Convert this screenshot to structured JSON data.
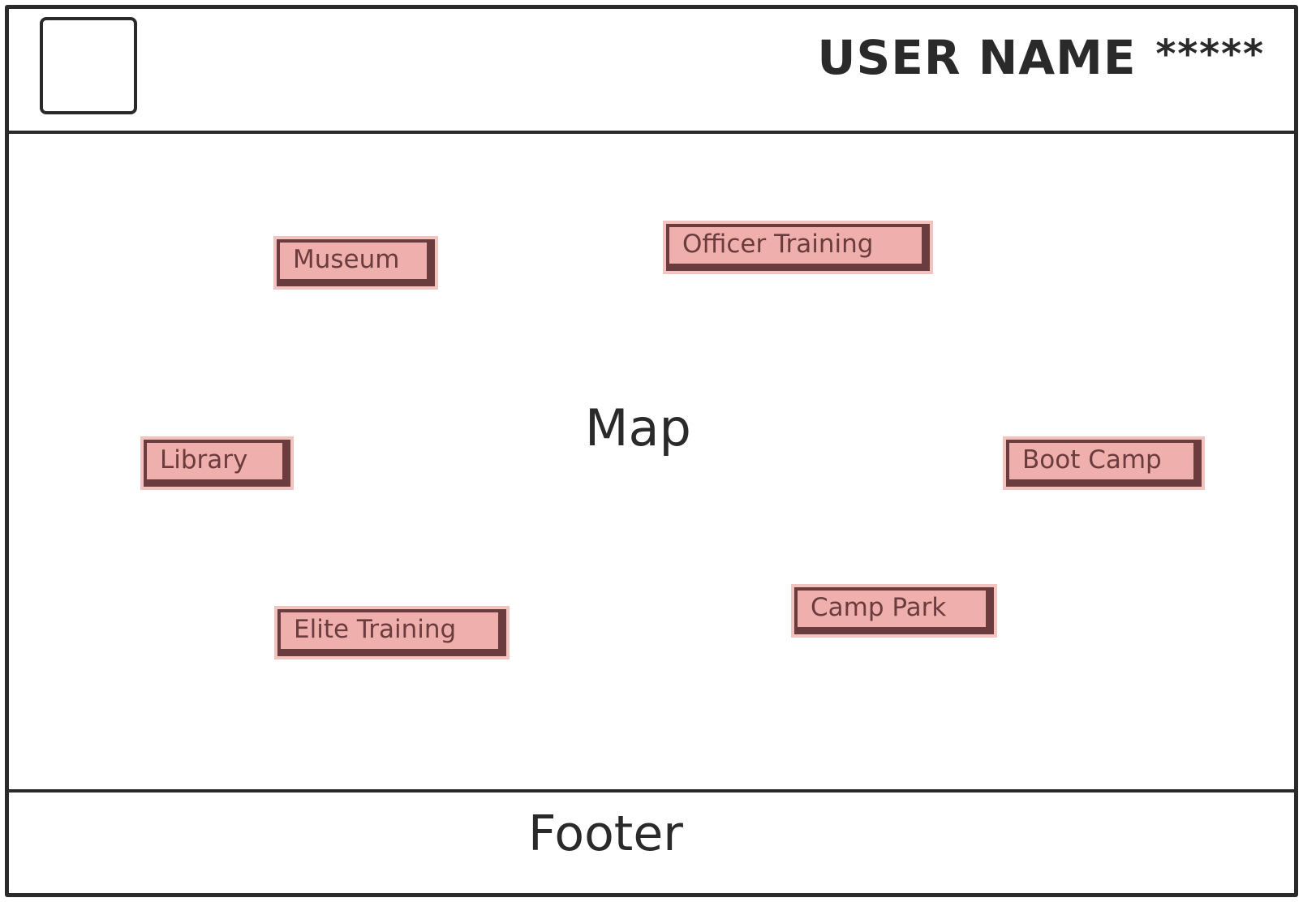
{
  "header": {
    "user_name": "USER NAME",
    "password_mask": "*****"
  },
  "map": {
    "title": "Map",
    "locations": [
      {
        "label": "Museum"
      },
      {
        "label": "Officer Training"
      },
      {
        "label": "Library"
      },
      {
        "label": "Boot Camp"
      },
      {
        "label": "Elite Training"
      },
      {
        "label": "Camp Park"
      }
    ]
  },
  "footer": {
    "label": "Footer"
  },
  "colors": {
    "button_fill": "#efafac",
    "button_border": "#6b3c3d",
    "outline": "#2a2a2a"
  }
}
